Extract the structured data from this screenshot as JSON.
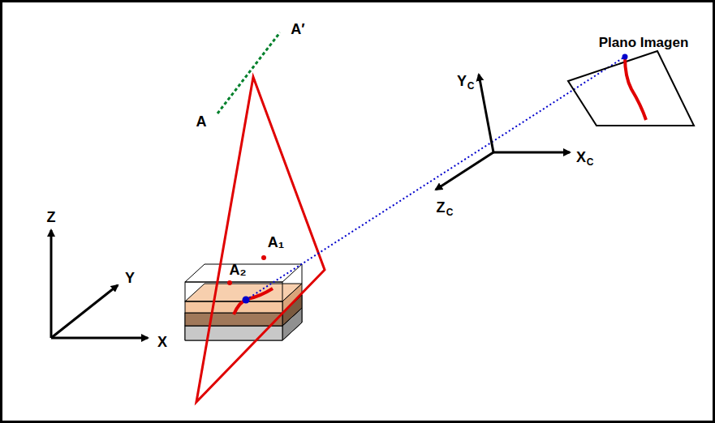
{
  "diagram": {
    "labels": [
      "Plano Imagen",
      "A′",
      "A",
      "Y",
      "C",
      "X",
      "C",
      "Z",
      "C",
      "Z",
      "Y",
      "X",
      "A₁",
      "A₂"
    ]
  }
}
